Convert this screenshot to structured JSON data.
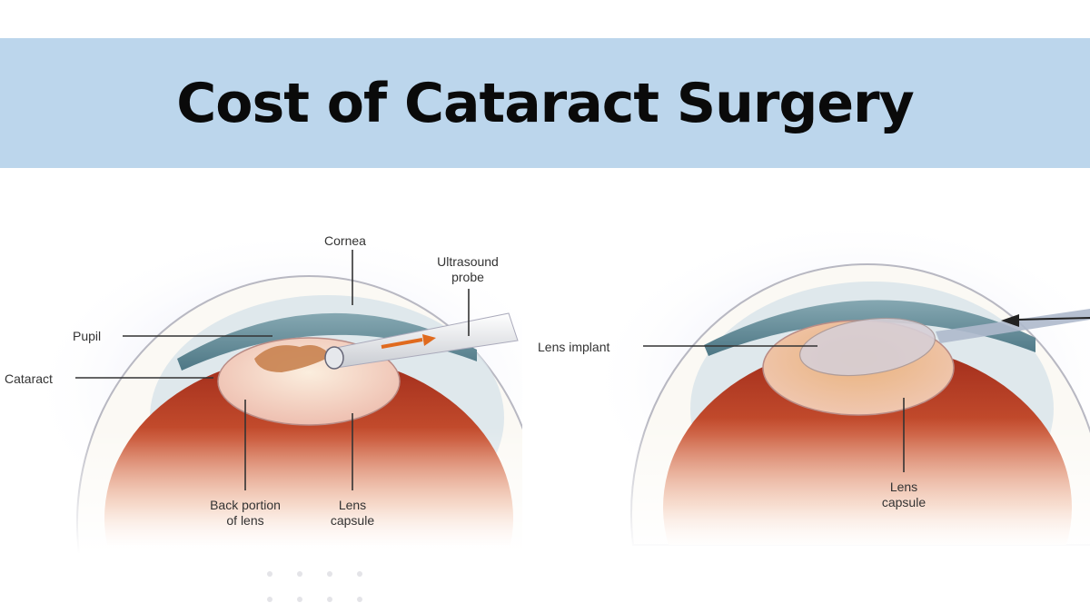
{
  "header": {
    "title": "Cost of Cataract Surgery"
  },
  "left_diagram": {
    "labels": {
      "cornea": "Cornea",
      "probe_line1": "Ultrasound",
      "probe_line2": "probe",
      "pupil": "Pupil",
      "cataract": "Cataract",
      "back_line1": "Back portion",
      "back_line2": "of lens",
      "capsule_line1": "Lens",
      "capsule_line2": "capsule"
    }
  },
  "right_diagram": {
    "labels": {
      "implant": "Lens implant",
      "capsule_line1": "Lens",
      "capsule_line2": "capsule"
    }
  },
  "colors": {
    "banner": "#bcd6ec",
    "iris": "#5f8a98",
    "interior": "#c4452c",
    "arrow": "#e06a1e"
  }
}
